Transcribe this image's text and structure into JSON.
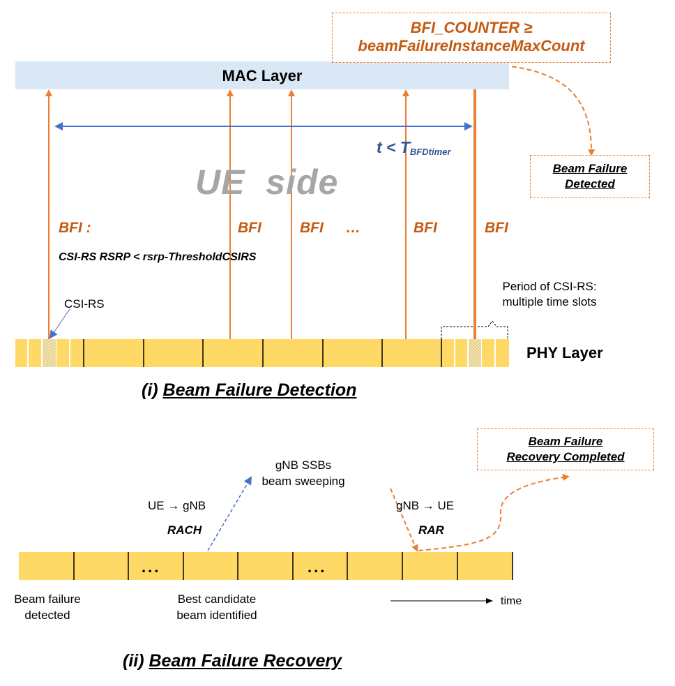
{
  "detection": {
    "counter_box": {
      "line1": "BFI_COUNTER ≥",
      "line2": "beamFailureInstanceMaxCount"
    },
    "mac_layer": "MAC Layer",
    "timer_label": {
      "t": "t < T",
      "sub": "BFDtimer"
    },
    "ue_side": "UE  side",
    "detected_box": {
      "line1": "Beam Failure",
      "line2": "Detected"
    },
    "bfi_labels": [
      "BFI :",
      "BFI",
      "BFI",
      "…",
      "BFI",
      "BFI"
    ],
    "bfi_condition": "CSI-RS RSRP < rsrp-ThresholdCSIRS",
    "csirs_label": "CSI-RS",
    "period_label": {
      "line1": "Period of CSI-RS:",
      "line2": "multiple time slots"
    },
    "phy_layer": "PHY Layer",
    "title_prefix": "(i) ",
    "title_main": "Beam Failure Detection"
  },
  "recovery": {
    "completed_box": {
      "line1": "Beam Failure",
      "line2": "Recovery Completed"
    },
    "ssb_label": {
      "line1": "gNB SSBs",
      "line2": "beam sweeping"
    },
    "ue_to_gnb": "UE → gNB",
    "rach": "RACH",
    "gnb_to_ue": "gNB → UE",
    "rar": "RAR",
    "ellipsis": [
      "...",
      "..."
    ],
    "failure_detected": {
      "line1": "Beam failure",
      "line2": "detected"
    },
    "best_candidate": {
      "line1": "Best candidate",
      "line2": "beam identified"
    },
    "time": "time",
    "title_prefix": "(ii) ",
    "title_main": "Beam Failure Recovery"
  },
  "colors": {
    "orange": "#ed7d31",
    "dark_orange_text": "#c55a11",
    "blue": "#4472c4",
    "mac_fill": "#dae8f5",
    "slot_fill": "#ffd966",
    "ue_side_gray": "#a6a6a6"
  }
}
